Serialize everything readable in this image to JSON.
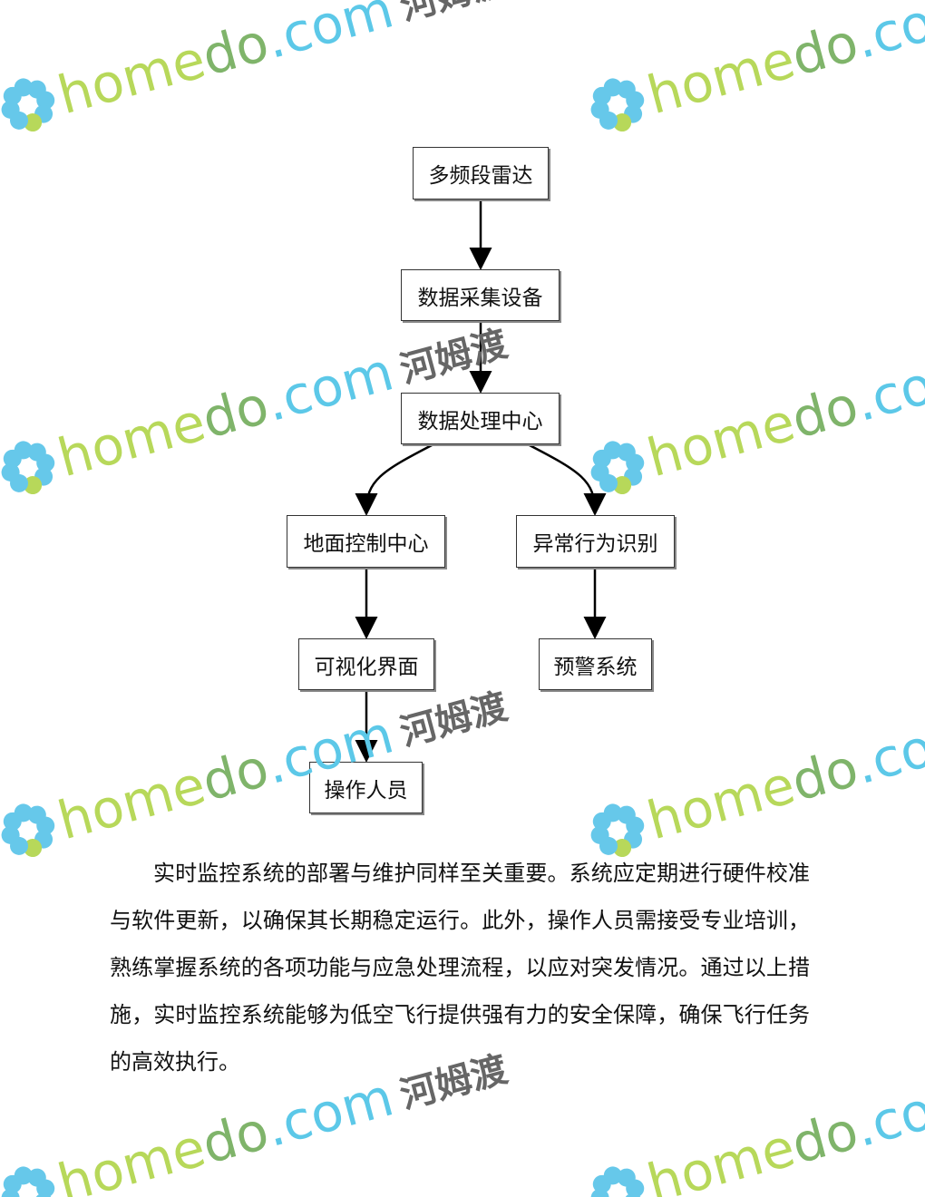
{
  "flowchart": {
    "nodes": [
      "多频段雷达",
      "数据采集设备",
      "数据处理中心",
      "地面控制中心",
      "异常行为识别",
      "可视化界面",
      "预警系统",
      "操作人员"
    ],
    "edges": [
      [
        "多频段雷达",
        "数据采集设备"
      ],
      [
        "数据采集设备",
        "数据处理中心"
      ],
      [
        "数据处理中心",
        "地面控制中心"
      ],
      [
        "数据处理中心",
        "异常行为识别"
      ],
      [
        "地面控制中心",
        "可视化界面"
      ],
      [
        "异常行为识别",
        "预警系统"
      ],
      [
        "可视化界面",
        "操作人员"
      ]
    ]
  },
  "paragraph": "实时监控系统的部署与维护同样至关重要。系统应定期进行硬件校准与软件更新，以确保其长期稳定运行。此外，操作人员需接受专业培训，熟练掌握系统的各项功能与应急处理流程，以应对突发情况。通过以上措施，实时监控系统能够为低空飞行提供强有力的安全保障，确保飞行任务的高效执行。",
  "watermark": {
    "home": "home",
    "do": "do",
    "com": ".com",
    "cn": "河姆渡"
  },
  "colors": {
    "green": "#b7d85a",
    "blue": "#5cc8e8",
    "gray": "#666666"
  }
}
